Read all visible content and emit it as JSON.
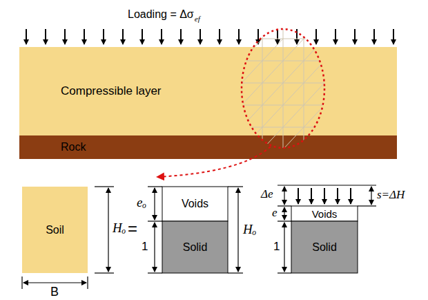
{
  "diagram": {
    "nodes": [
      {
        "text": [
          "Compressible layer"
        ]
      },
      {
        "text": [
          "Rock"
        ]
      },
      {
        "text": [
          "Soil"
        ]
      },
      {
        "text": [
          "Voids"
        ]
      },
      {
        "text": [
          "Solid"
        ]
      },
      {
        "text": [
          "Voids"
        ]
      },
      {
        "text": [
          "Solid"
        ]
      }
    ],
    "labels": [
      "Loading = Δσ",
      "ef",
      "Hₒ",
      "B",
      "=",
      "eₒ",
      "1",
      "Hₒ",
      "Δe",
      "e",
      "1",
      "s=ΔH"
    ]
  }
}
